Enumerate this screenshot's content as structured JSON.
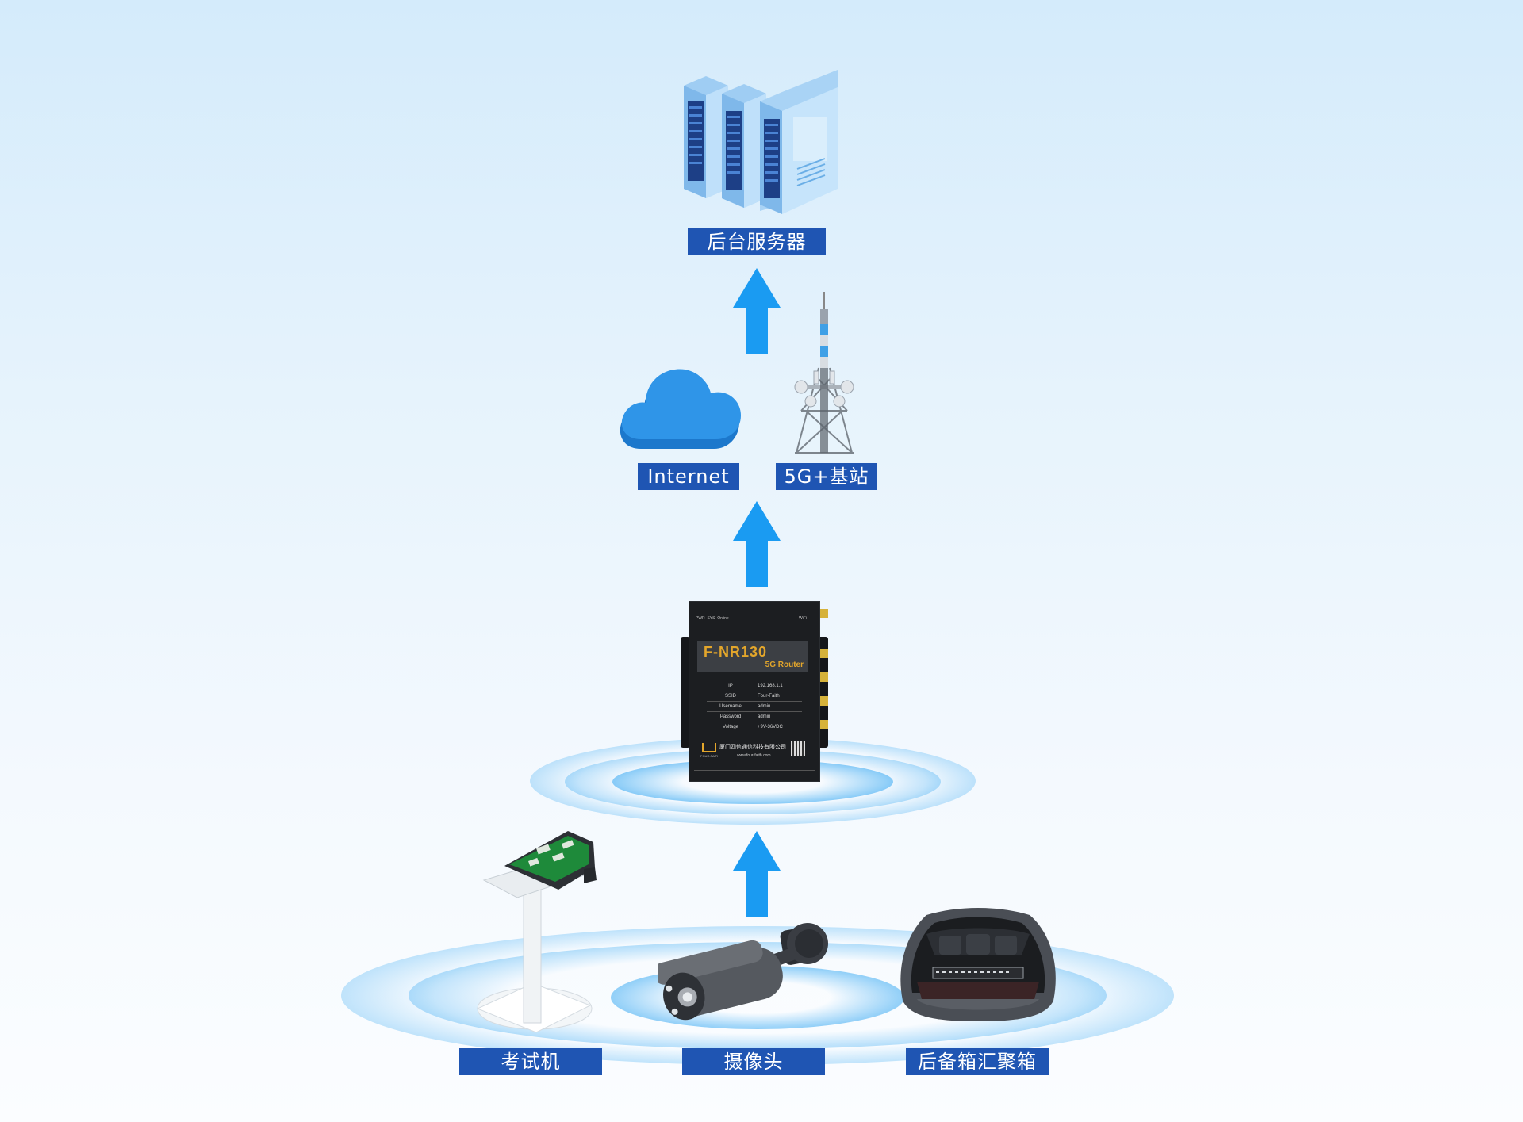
{
  "labels": {
    "server": "后台服务器",
    "internet": "Internet",
    "base_station": "5G+基站",
    "exam_machine": "考试机",
    "camera": "摄像头",
    "trunk_box": "后备箱汇聚箱"
  },
  "router": {
    "model": "F-NR130",
    "subtitle": "5G Router",
    "indicators": "PWR  SYS  Online",
    "wifi_label": "WiFi",
    "info_table": [
      {
        "key": "IP",
        "value": "192.168.1.1"
      },
      {
        "key": "SSID",
        "value": "Four-Faith"
      },
      {
        "key": "Username",
        "value": "admin"
      },
      {
        "key": "Password",
        "value": "admin"
      },
      {
        "key": "Voltage",
        "value": "+9V-36VDC"
      }
    ],
    "company": "厦门四信通信科技有限公司",
    "brand": "FOUR-FAITH",
    "website": "www.four-faith.com"
  },
  "colors": {
    "label_bg": "#1f55b3",
    "arrow": "#1a9bf2",
    "cloud": "#2f95e8",
    "ripple": "#52b4f4"
  }
}
